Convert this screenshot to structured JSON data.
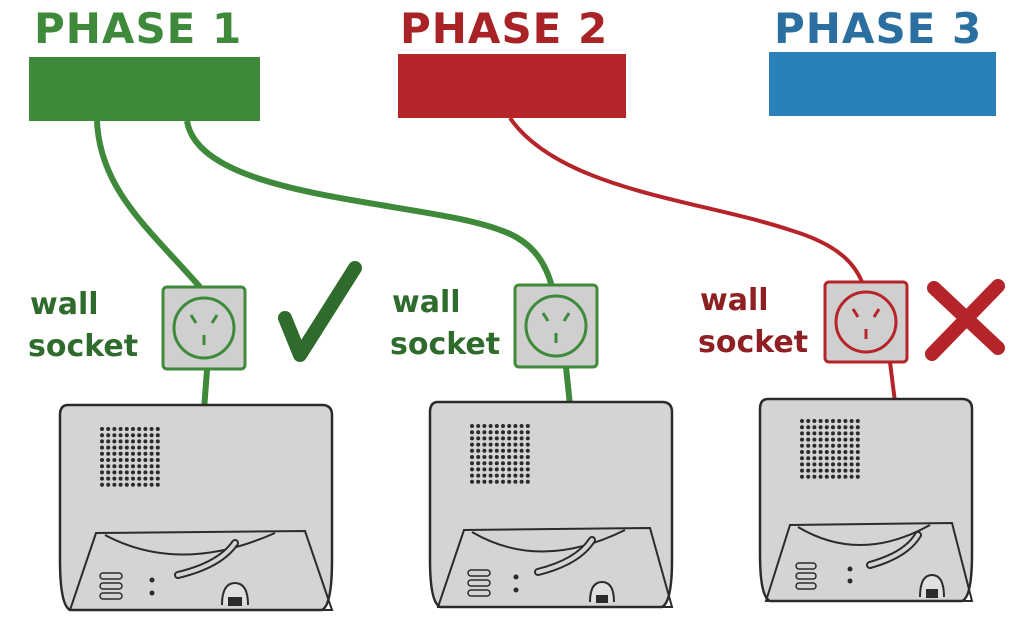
{
  "colors": {
    "phase1": "#3f8a3a",
    "phase2": "#b52428",
    "phase3": "#2a80b9",
    "device_fill": "#d3d3d3",
    "outline": "#2b2b2b"
  },
  "phases": [
    {
      "title": "PHASE 1"
    },
    {
      "title": "PHASE 2"
    },
    {
      "title": "PHASE 3"
    }
  ],
  "sockets": [
    {
      "label_line1": "wall",
      "label_line2": "socket",
      "phase": 1,
      "status": "check-icon"
    },
    {
      "label_line1": "wall",
      "label_line2": "socket",
      "phase": 1,
      "status": ""
    },
    {
      "label_line1": "wall",
      "label_line2": "socket",
      "phase": 2,
      "status": "cross-icon"
    }
  ]
}
